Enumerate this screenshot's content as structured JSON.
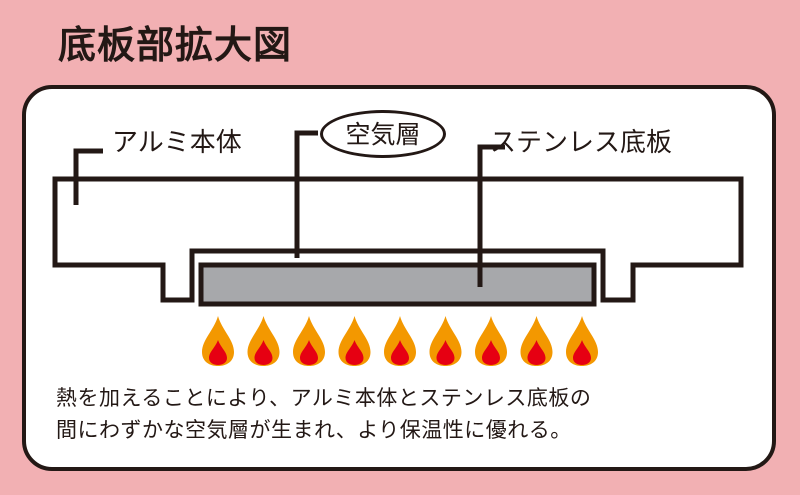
{
  "title": "底板部拡大図",
  "labels": {
    "aluminum_body": "アルミ本体",
    "air_layer": "空気層",
    "stainless_bottom": "ステンレス底板"
  },
  "description": {
    "line1": "熱を加えることにより、アルミ本体とステンレス底板の",
    "line2": "間にわずかな空気層が生まれ、より保温性に優れる。"
  },
  "colors": {
    "background": "#f2b0b3",
    "outline": "#231815",
    "plate": "#a7a8ab",
    "flame_outer": "#f39800",
    "flame_inner": "#e60012"
  },
  "flames": {
    "count": 9
  }
}
